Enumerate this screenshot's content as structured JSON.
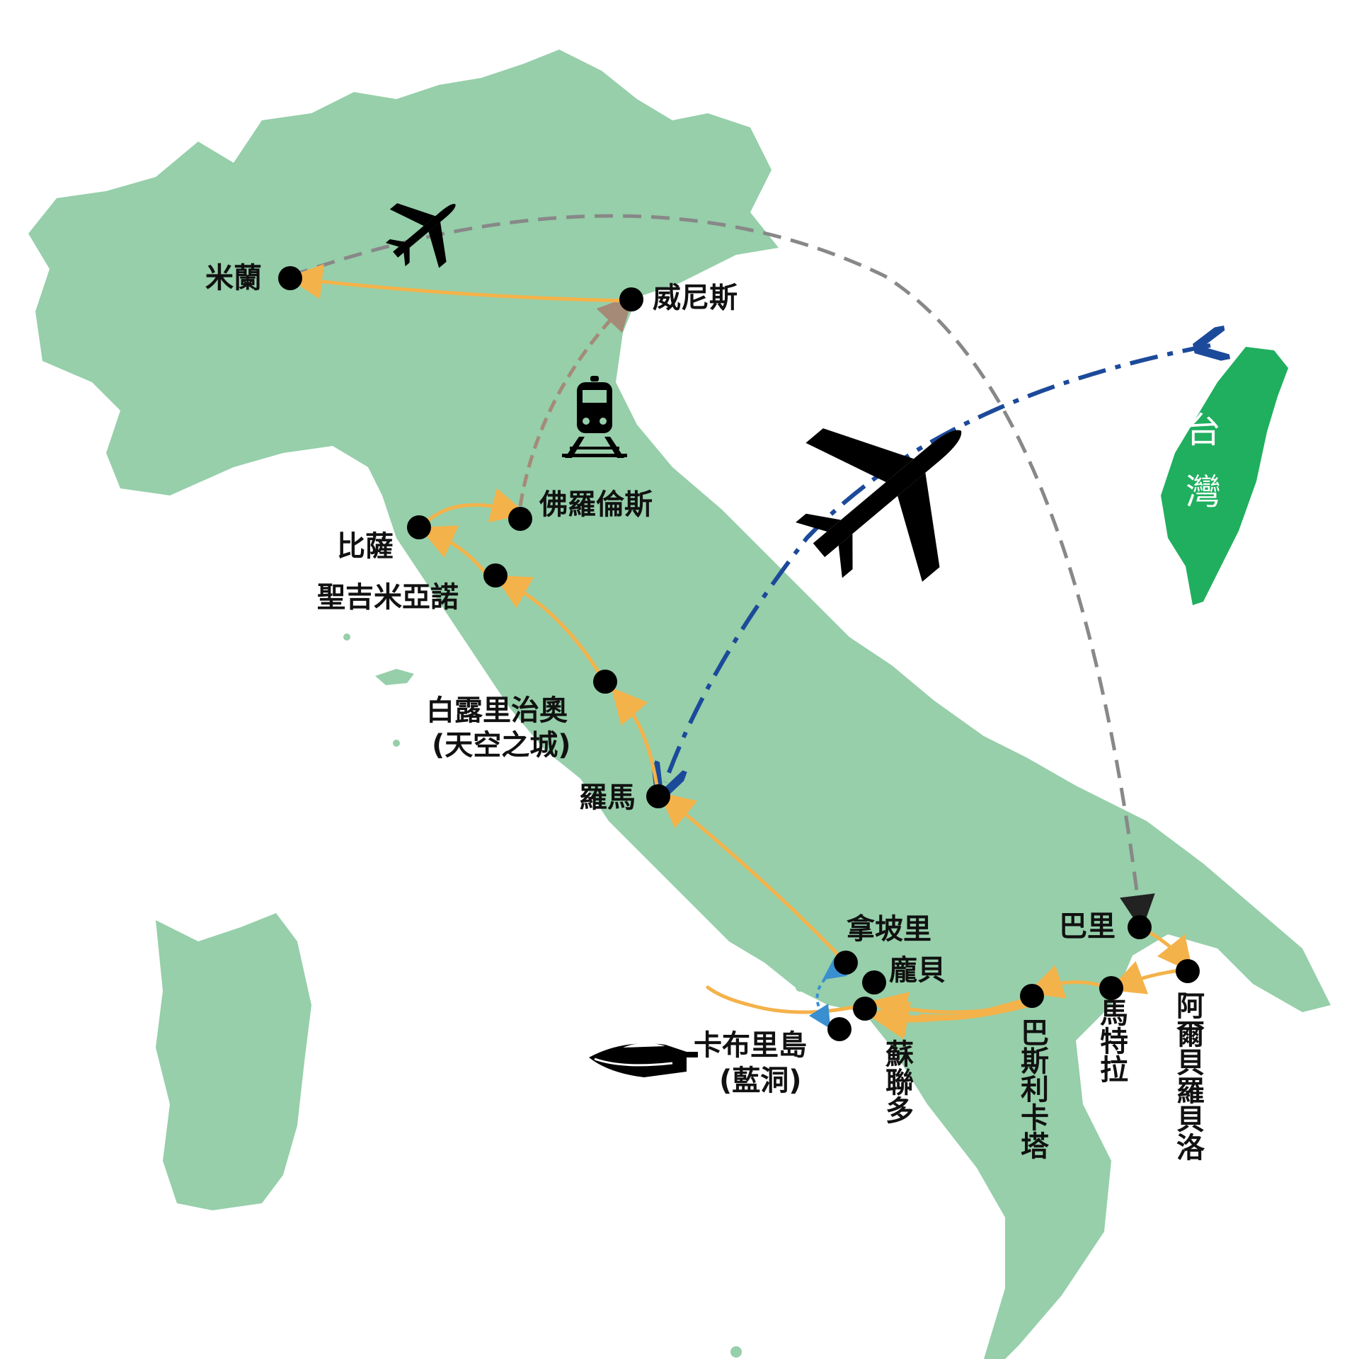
{
  "colors": {
    "land": "#96cfaa",
    "taiwan": "#1faf5e",
    "city_dot": "#000000",
    "route_land": "#f4b24a",
    "route_train": "#a58a78",
    "route_flight_out": "#888888",
    "route_flight_in": "#1c4a9a",
    "route_boat": "#3a8fd0"
  },
  "icons": [
    "airplane-icon",
    "airplane-icon",
    "train-icon",
    "speedboat-icon"
  ],
  "cities": {
    "milan": "米蘭",
    "venice": "威尼斯",
    "florence": "佛羅倫斯",
    "pisa": "比薩",
    "san_gimignano": "聖吉米亞諾",
    "bagnoregio_1": "白露里治奧",
    "bagnoregio_2": "(天空之城)",
    "rome": "羅馬",
    "naples": "拿坡里",
    "pompeii": "龐貝",
    "sorrento": "蘇聯多",
    "capri_1": "卡布里島",
    "capri_2": "(藍洞)",
    "bari": "巴里",
    "alberobello": "阿爾貝羅貝洛",
    "matera": "馬特拉",
    "basilicata": "巴斯利卡塔"
  },
  "taiwan": {
    "char1": "台",
    "char2": "灣"
  }
}
